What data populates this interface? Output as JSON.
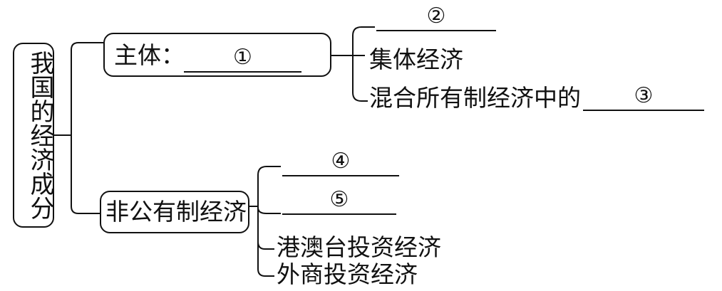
{
  "root": {
    "label": "我国的经济成分"
  },
  "public": {
    "label": "主体：",
    "blank": "①",
    "children": [
      {
        "blank": "②"
      },
      {
        "label": "集体经济"
      },
      {
        "label": "混合所有制经济中的",
        "blank": "③"
      }
    ]
  },
  "nonpublic": {
    "label": "非公有制经济",
    "children": [
      {
        "blank": "④"
      },
      {
        "blank": "⑤"
      },
      {
        "label": "港澳台投资经济"
      },
      {
        "label": "外商投资经济"
      }
    ]
  }
}
